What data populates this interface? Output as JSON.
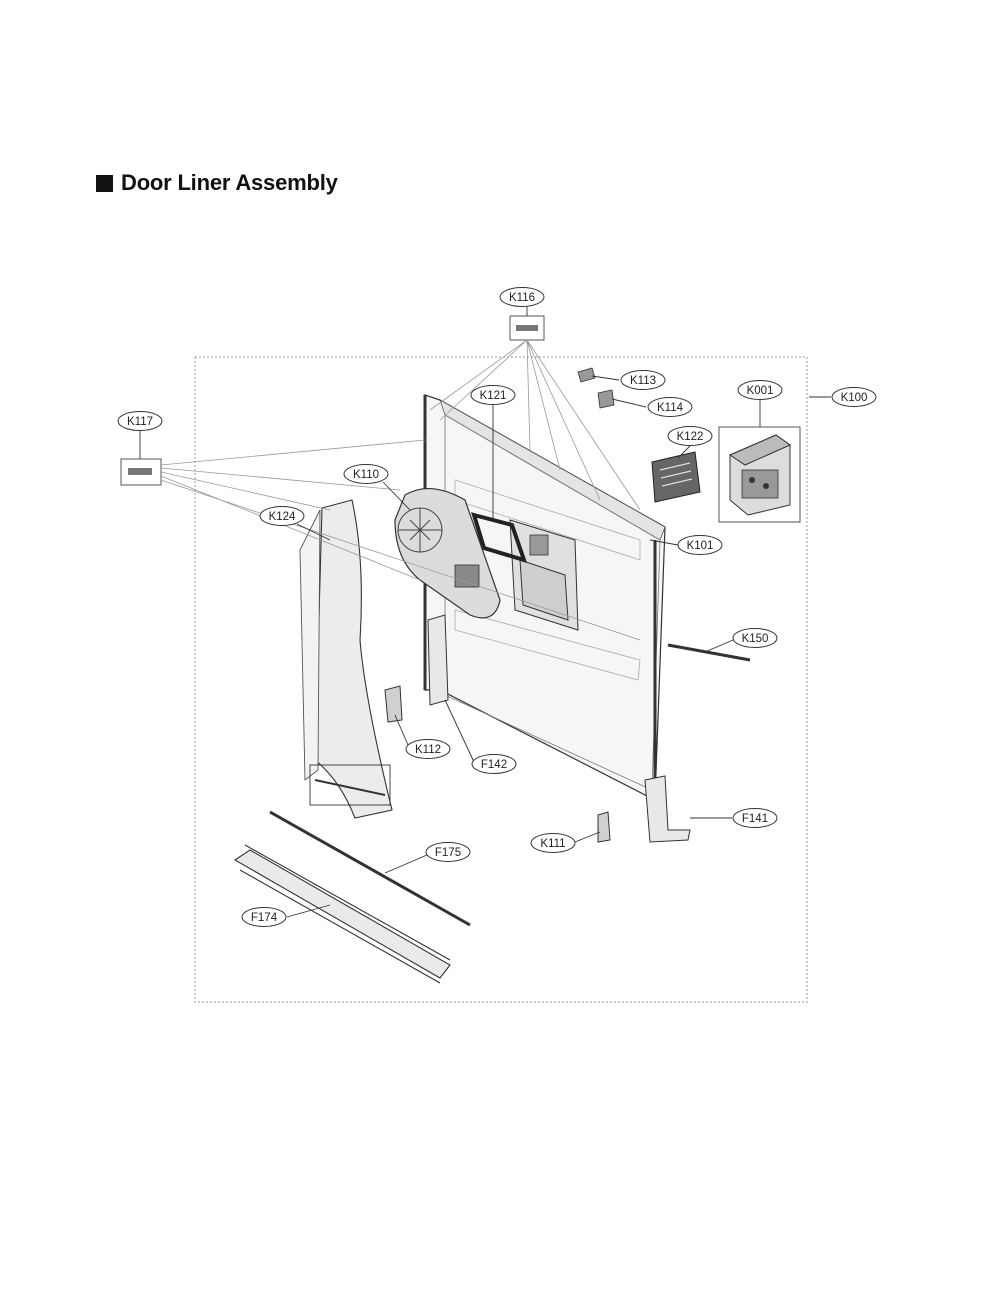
{
  "title": "Door Liner Assembly",
  "callouts": {
    "k116": "K116",
    "k113": "K113",
    "k114": "K114",
    "k001": "K001",
    "k100": "K100",
    "k117": "K117",
    "k121": "K121",
    "k122": "K122",
    "k110": "K110",
    "k124": "K124",
    "k101": "K101",
    "k150": "K150",
    "k112": "K112",
    "f142": "F142",
    "f141": "F141",
    "k111": "K111",
    "f175": "F175",
    "f174": "F174"
  }
}
